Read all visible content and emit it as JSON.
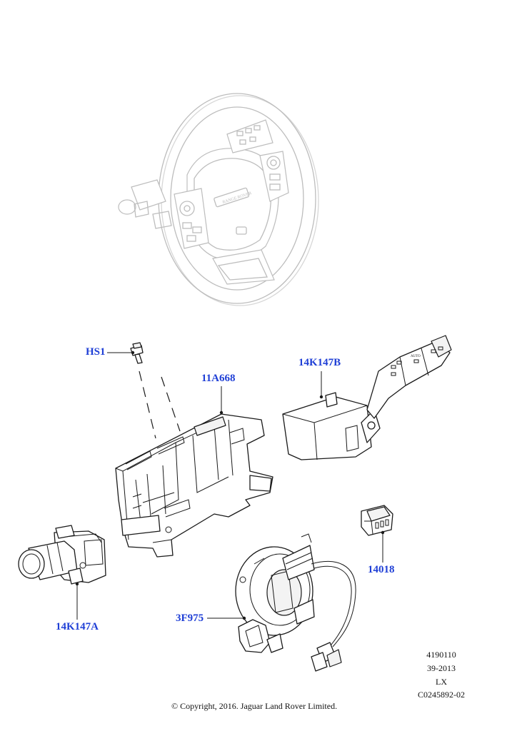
{
  "callouts": {
    "hs1": "HS1",
    "p11a668": "11A668",
    "p14k147b": "14K147B",
    "p14018": "14018",
    "p3f975": "3F975",
    "p14k147a": "14K147A"
  },
  "reference": {
    "line1": "4190110",
    "line2": "39-2013",
    "line3": "LX",
    "line4": "C0245892-02"
  },
  "copyright": "© Copyright, 2016. Jaguar Land Rover Limited.",
  "colors": {
    "callout": "#1f3fd6",
    "line": "#1a1a1a",
    "ghost": "#bdbdbd"
  }
}
